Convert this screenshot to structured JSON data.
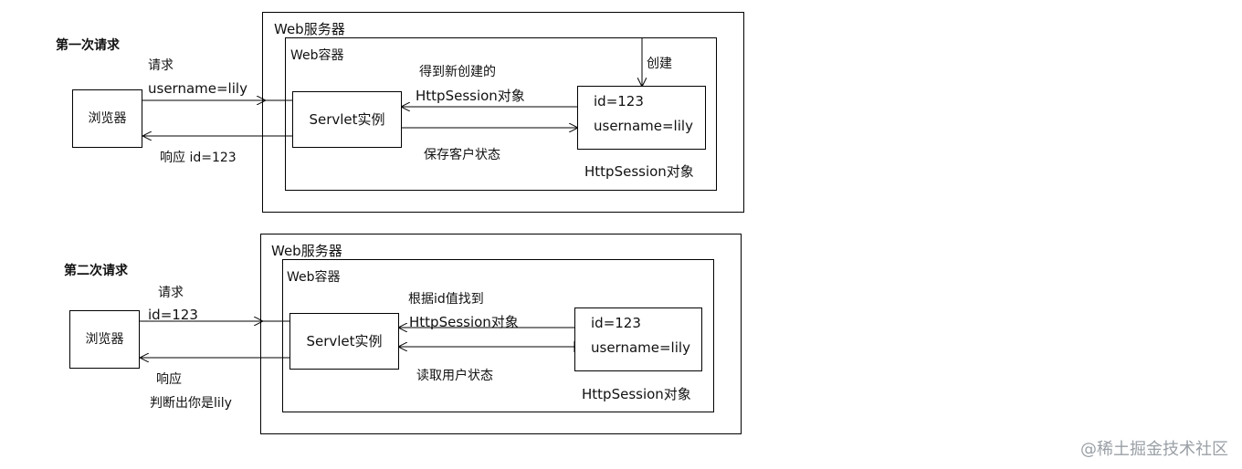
{
  "first": {
    "title": "第一次请求",
    "server_label": "Web服务器",
    "container_label": "Web容器",
    "browser": "浏览器",
    "servlet": "Servlet实例",
    "request_line1": "请求",
    "request_line2": "username=lily",
    "response": "响应 id=123",
    "got_new_line1": "得到新创建的",
    "got_new_line2": "HttpSession对象",
    "create": "创建",
    "save_state": "保存客户状态",
    "session_id": "id=123",
    "session_user": "username=lily",
    "session_caption": "HttpSession对象"
  },
  "second": {
    "title": "第二次请求",
    "server_label": "Web服务器",
    "container_label": "Web容器",
    "browser": "浏览器",
    "servlet": "Servlet实例",
    "request_line1": "请求",
    "request_line2": "id=123",
    "response_line1": "响应",
    "response_line2": "判断出你是lily",
    "find_line1": "根据id值找到",
    "find_line2": "HttpSession对象",
    "read_state": "读取用户状态",
    "session_id": "id=123",
    "session_user": "username=lily",
    "session_caption": "HttpSession对象"
  },
  "watermark": "@稀土掘金技术社区"
}
